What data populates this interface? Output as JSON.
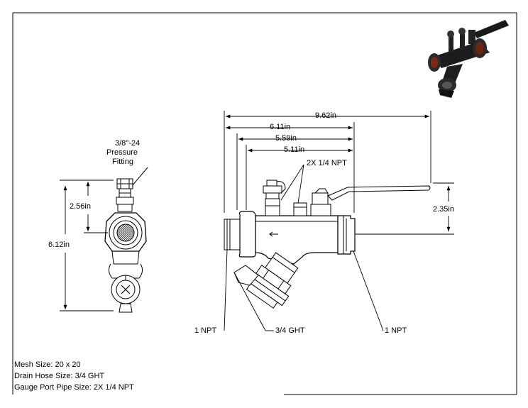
{
  "side_view": {
    "fitting_label_line1": "3/8\"-24",
    "fitting_label_line2": "Pressure",
    "fitting_label_line3": "Fitting",
    "dim_height": "2.56in",
    "dim_total": "6.12in"
  },
  "front_view": {
    "dim_overall": "9.62in",
    "dim_a": "6.11in",
    "dim_b": "5.59in",
    "dim_c": "5.11in",
    "dim_handle": "2.35in",
    "ports_label": "2X 1/4 NPT",
    "inlet_label": "1 NPT",
    "drain_label": "3/4 GHT",
    "outlet_label": "1 NPT"
  },
  "specs": {
    "mesh": "Mesh Size: 20 x 20",
    "drain": "Drain Hose Size: 3/4 GHT",
    "gauge": "Gauge Port Pipe Size: 2X 1/4 NPT"
  },
  "colors": {
    "line": "#000000",
    "iso_body": "#1a1a1a",
    "iso_accent": "#8a2a12"
  }
}
